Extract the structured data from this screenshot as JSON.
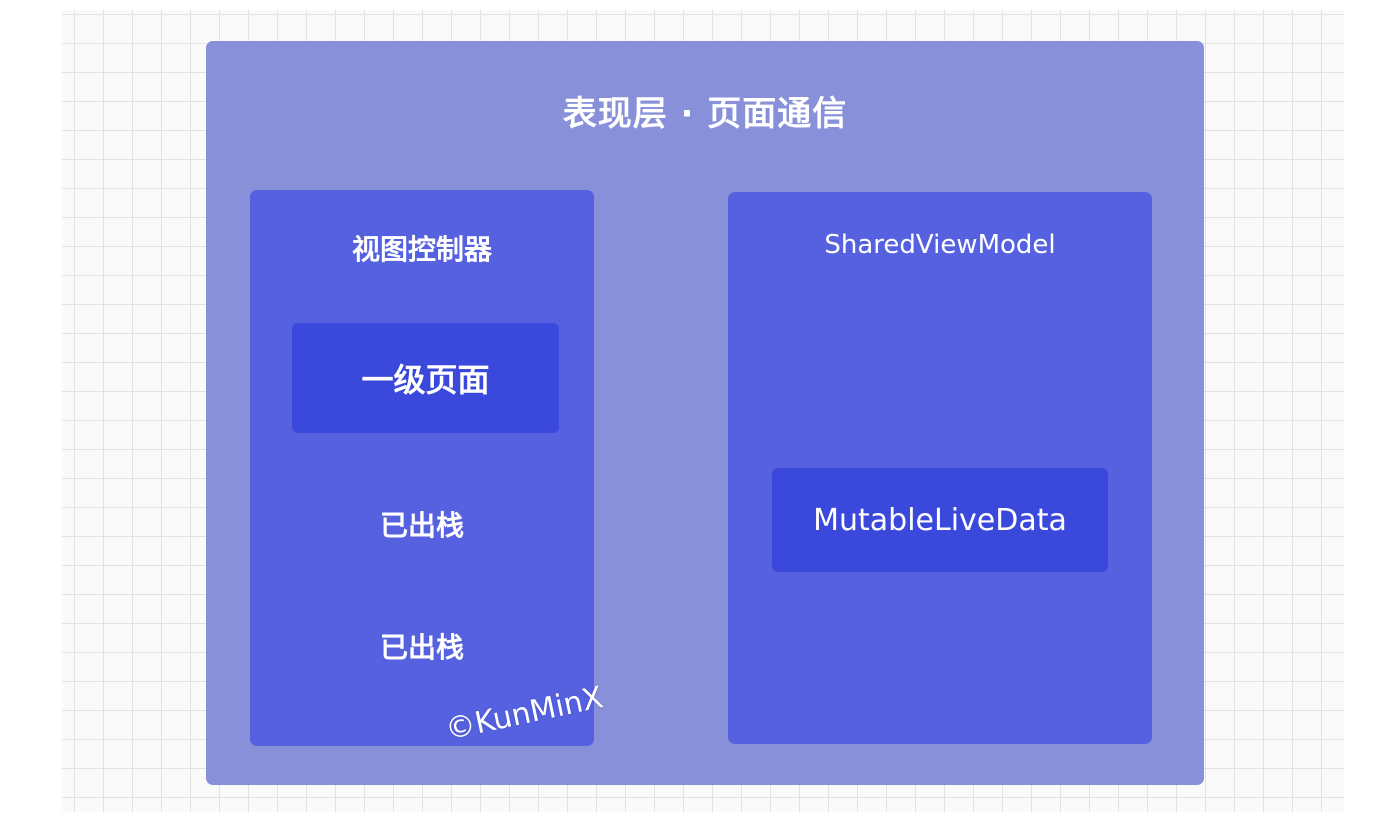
{
  "title": "表现层 · 页面通信",
  "left_panel": {
    "title": "视图控制器",
    "page_chip": "一级页面",
    "popped_items": [
      "已出栈",
      "已出栈"
    ]
  },
  "right_panel": {
    "title": "SharedViewModel",
    "livedata_chip": "MutableLiveData"
  },
  "watermark": "©KunMinX",
  "colors": {
    "outer_container": "#8790d9",
    "panel": "#5561de",
    "chip": "#3a48dc",
    "text": "#ffffff"
  }
}
